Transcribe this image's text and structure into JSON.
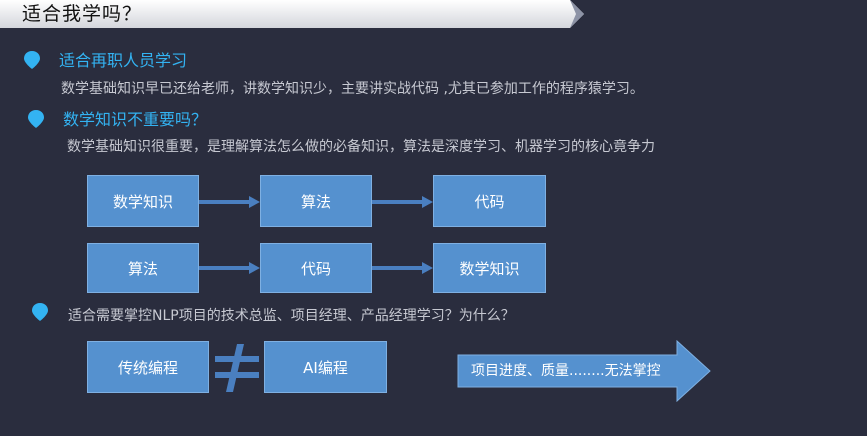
{
  "title": "适合我学吗？",
  "section1": {
    "heading": "适合再职人员学习",
    "body": "数学基础知识早已还给老师，讲数学知识少，主要讲实战代码 ,尤其已参加工作的程序猿学习。"
  },
  "section2": {
    "heading": "数学知识不重要吗？",
    "body": "数学基础知识很重要，是理解算法怎么做的必备知识，算法是深度学习、机器学习的核心竟争力"
  },
  "flow_row1": [
    "数学知识",
    "算法",
    "代码"
  ],
  "flow_row2": [
    "算法",
    "代码",
    "数学知识"
  ],
  "section3": {
    "body": "适合需要掌控NLP项目的技术总监、项目经理、产品经理学习？为什么？"
  },
  "compare": {
    "left": "传统编程",
    "right": "AI编程",
    "result": "项目进度、质量........无法掌控"
  },
  "colors": {
    "background": "#2a2d3e",
    "heading": "#33b3f2",
    "box_fill": "#5591cf",
    "arrow": "#4a7fc0"
  }
}
